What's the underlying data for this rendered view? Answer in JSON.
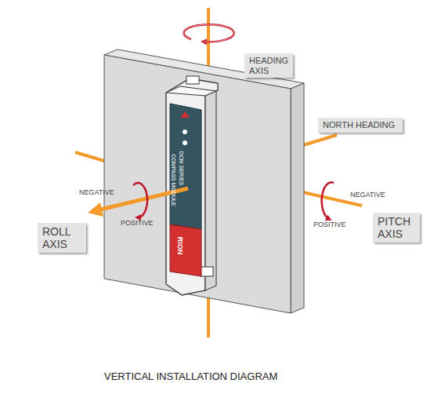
{
  "diagram": {
    "caption": "VERTICAL INSTALLATION DIAGRAM",
    "nodes": [
      {
        "text": [
          "HEADING AXIS"
        ]
      },
      {
        "text": [
          "NORTH HEADING"
        ]
      },
      {
        "text": [
          "ROLL AXIS"
        ]
      },
      {
        "text": [
          "PITCH AXIS"
        ]
      }
    ],
    "labels": [
      "NEGATIVE",
      "POSITIVE",
      "NEGATIVE",
      "POSITIVE",
      "DCM SERIES",
      "COMPASS MODULE",
      "RION"
    ]
  }
}
